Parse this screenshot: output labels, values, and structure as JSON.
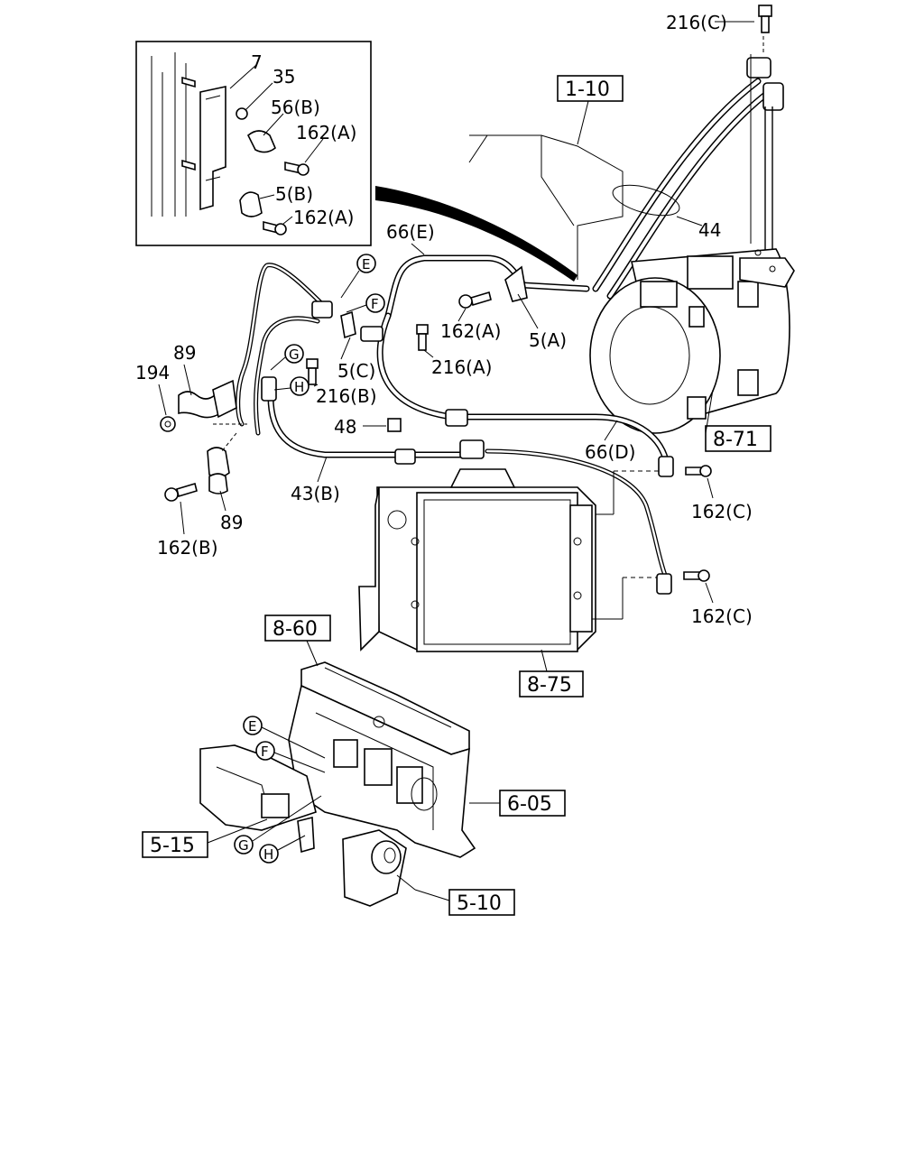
{
  "callouts": [
    {
      "id": "c216C_top",
      "text": "216(C)"
    },
    {
      "id": "c7",
      "text": "7"
    },
    {
      "id": "c35",
      "text": "35"
    },
    {
      "id": "c56B",
      "text": "56(B)"
    },
    {
      "id": "c162A_inset1",
      "text": "162(A)"
    },
    {
      "id": "c5B",
      "text": "5(B)"
    },
    {
      "id": "c162A_inset2",
      "text": "162(A)"
    },
    {
      "id": "c44",
      "text": "44"
    },
    {
      "id": "c66E",
      "text": "66(E)"
    },
    {
      "id": "c162A_main",
      "text": "162(A)"
    },
    {
      "id": "c5A",
      "text": "5(A)"
    },
    {
      "id": "c216A",
      "text": "216(A)"
    },
    {
      "id": "c5C",
      "text": "5(C)"
    },
    {
      "id": "c216B",
      "text": "216(B)"
    },
    {
      "id": "c89_top",
      "text": "89"
    },
    {
      "id": "c194",
      "text": "194"
    },
    {
      "id": "c48",
      "text": "48"
    },
    {
      "id": "c66D",
      "text": "66(D)"
    },
    {
      "id": "c43B",
      "text": "43(B)"
    },
    {
      "id": "c89_bot",
      "text": "89"
    },
    {
      "id": "c162B",
      "text": "162(B)"
    },
    {
      "id": "c162C_1",
      "text": "162(C)"
    },
    {
      "id": "c162C_2",
      "text": "162(C)"
    }
  ],
  "references": [
    {
      "id": "r1_10",
      "text": "1-10"
    },
    {
      "id": "r8_71",
      "text": "8-71"
    },
    {
      "id": "r8_60",
      "text": "8-60"
    },
    {
      "id": "r8_75",
      "text": "8-75"
    },
    {
      "id": "r6_05",
      "text": "6-05"
    },
    {
      "id": "r5_15",
      "text": "5-15"
    },
    {
      "id": "r5_10",
      "text": "5-10"
    }
  ],
  "connectors": [
    {
      "id": "E_top",
      "text": "E"
    },
    {
      "id": "F_top",
      "text": "F"
    },
    {
      "id": "G_top",
      "text": "G"
    },
    {
      "id": "H_top",
      "text": "H"
    },
    {
      "id": "E_bot",
      "text": "E"
    },
    {
      "id": "F_bot",
      "text": "F"
    },
    {
      "id": "G_bot",
      "text": "G"
    },
    {
      "id": "H_bot",
      "text": "H"
    }
  ]
}
